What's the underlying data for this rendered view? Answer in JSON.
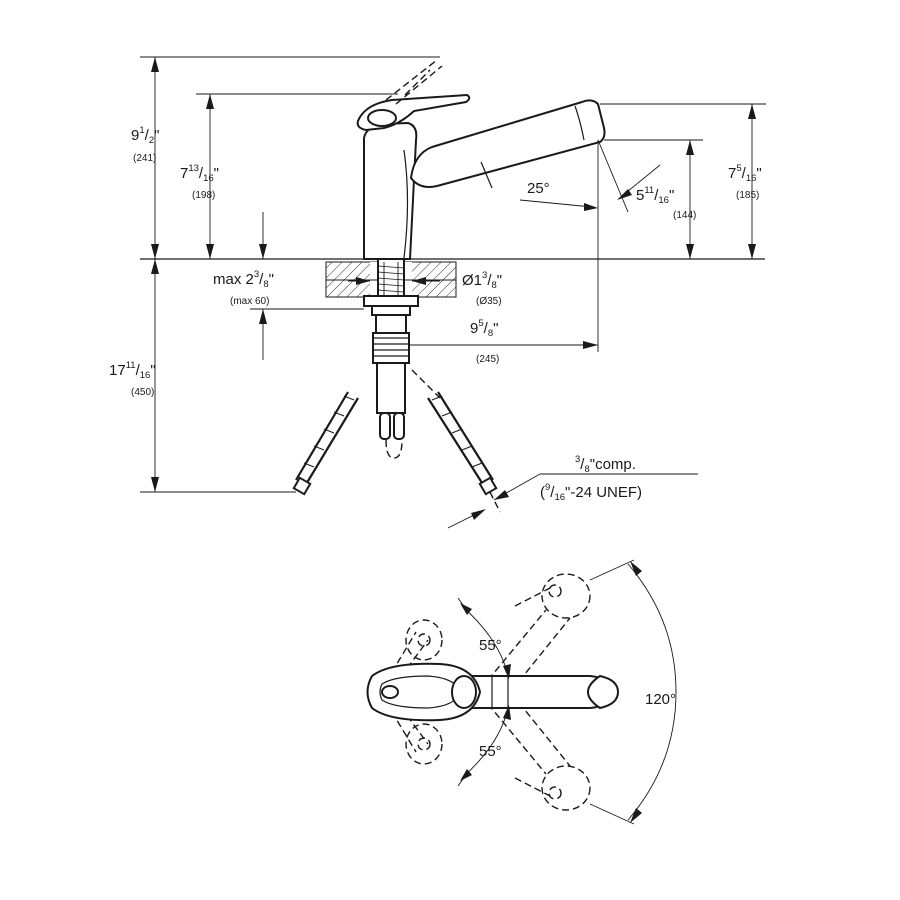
{
  "dimensions": {
    "overall_height": {
      "whole": "9",
      "num": "1",
      "den": "2",
      "unit": "\"",
      "mm": "(241)"
    },
    "handle_height": {
      "whole": "7",
      "num": "13",
      "den": "16",
      "unit": "\"",
      "mm": "(198)"
    },
    "spout_height": {
      "whole": "7",
      "num": "5",
      "den": "16",
      "unit": "\"",
      "mm": "(185)"
    },
    "spray_height": {
      "whole": "5",
      "num": "11",
      "den": "16",
      "unit": "\"",
      "mm": "(144)"
    },
    "deck_thickness": {
      "prefix": "max",
      "whole": "2",
      "num": "3",
      "den": "8",
      "unit": "\"",
      "mm": "(max 60)"
    },
    "hole_diameter": {
      "symbol": "Ø",
      "whole": "1",
      "num": "3",
      "den": "8",
      "unit": "\"",
      "mm": "(Ø35)"
    },
    "spout_reach": {
      "whole": "9",
      "num": "5",
      "den": "8",
      "unit": "\"",
      "mm": "(245)"
    },
    "below_deck": {
      "whole": "17",
      "num": "11",
      "den": "16",
      "unit": "\"",
      "mm": "(450)"
    },
    "spout_angle": "25°"
  },
  "connection": {
    "line1_num": "3",
    "line1_den": "8",
    "line1_unit": "\"comp.",
    "line2_open": "(",
    "line2_num": "9",
    "line2_den": "16",
    "line2_rest": "\"-24 UNEF)"
  },
  "rotation": {
    "upper_swing": "55°",
    "lower_swing": "55°",
    "spout_swing": "120°"
  }
}
